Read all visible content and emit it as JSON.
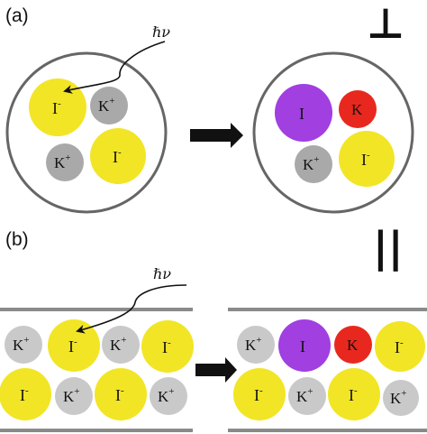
{
  "panels": {
    "a": {
      "label": "(a)",
      "symbol": "⊥"
    },
    "b": {
      "label": "(b)",
      "symbol": "||"
    }
  },
  "photon_label": "ℏν",
  "ions": {
    "iodide": {
      "base": "I",
      "charge": "-"
    },
    "potassium": {
      "base": "K",
      "charge": "+"
    },
    "iodine_atom": {
      "base": "I",
      "charge": ""
    },
    "potassium_atom": {
      "base": "K",
      "charge": ""
    }
  },
  "colors": {
    "iodide": "#f2e526",
    "potassium_ion": "#a9a9a9",
    "potassium_ion_light": "#c9c9c9",
    "iodine_atom": "#a13fe0",
    "potassium_atom": "#e8281e",
    "cluster_outline": "#666666",
    "wall": "#8a8a8a",
    "arrow": "#111111"
  }
}
